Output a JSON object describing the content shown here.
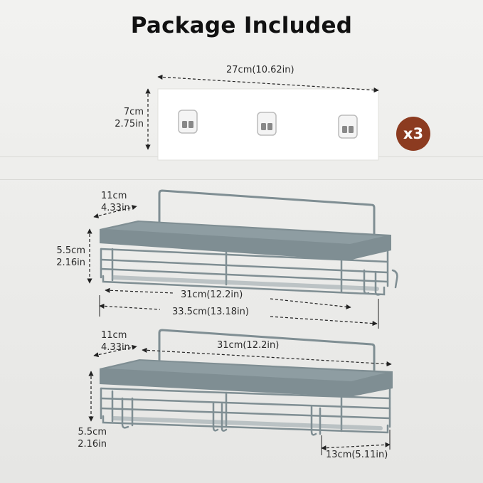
{
  "title": "Package Included",
  "hooks_strip": {
    "width_label": "27cm(10.62in)",
    "height_cm": "7cm",
    "height_in": "2.75in",
    "quantity_badge": "x3"
  },
  "basket_top": {
    "depth_cm": "11cm",
    "depth_in": "4.33in",
    "height_cm": "5.5cm",
    "height_in": "2.16in",
    "inner_width": "31cm(12.2in)",
    "overall_width": "33.5cm(13.18in)"
  },
  "basket_bottom": {
    "depth_cm": "11cm",
    "depth_in": "4.33in",
    "width": "31cm(12.2in)",
    "height_cm": "5.5cm",
    "height_in": "2.16in",
    "hook_rail_length": "13cm(5.11in)"
  },
  "colors": {
    "basket": "#7f8e93",
    "basket_dark": "#6b7a7f",
    "badge": "#8c3b20",
    "strip": "#ffffff"
  }
}
